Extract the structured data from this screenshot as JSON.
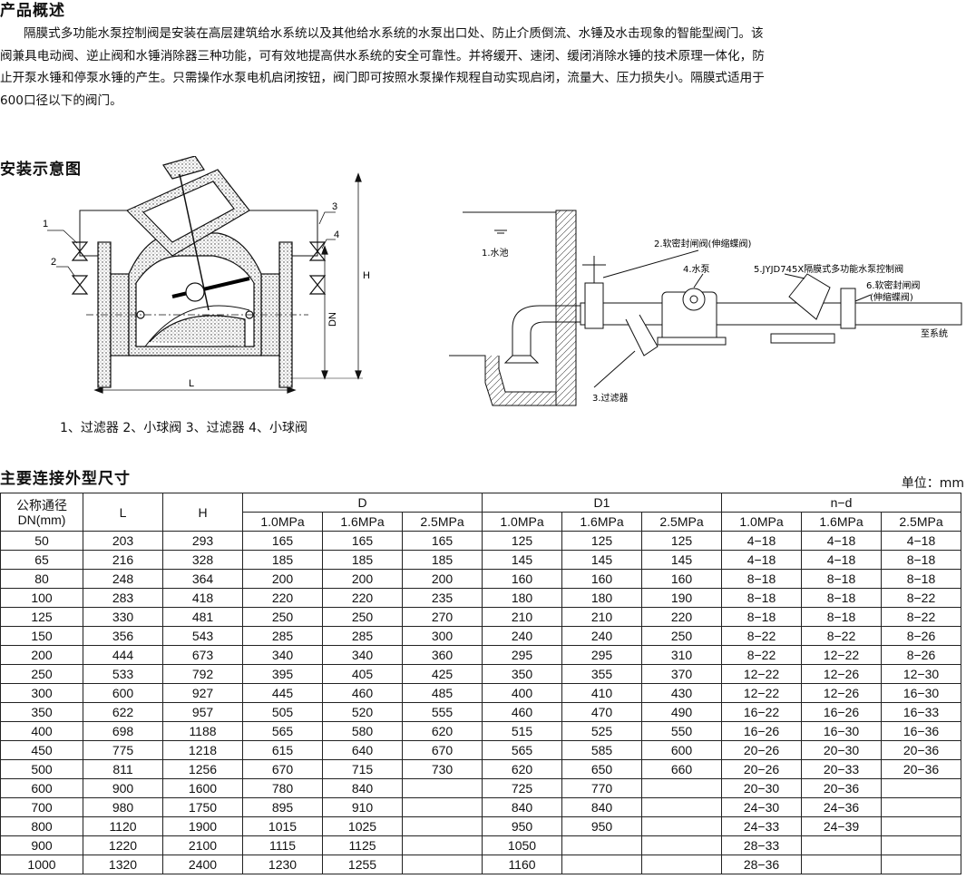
{
  "overview": {
    "title": "产品概述",
    "lines": [
      "      隔膜式多功能水泵控制阀是安装在高层建筑给水系统以及其他给水系统的水泵出口处、防止介质倒流、水锤及水击现象的智能型阀门。该",
      "阀兼具电动阀、逆止阀和水锤消除器三种功能，可有效地提高供水系统的安全可靠性。并将缓开、速闭、缓闭消除水锤的技术原理一体化，防",
      "止开泵水锤和停泵水锤的产生。只需操作水泵电机启闭按钮，阀门即可按照水泵操作规程自动实现启闭，流量大、压力损失小。隔膜式适用于",
      "600口径以下的阀门。"
    ]
  },
  "install": {
    "title": "安装示意图",
    "valve_labels": {
      "n1": "1",
      "n2": "2",
      "n3": "3",
      "n4": "4",
      "L": "L",
      "H": "H",
      "DN": "DN"
    },
    "caption": "1、过滤器 2、小球阀 3、过滤器 4、小球阀",
    "system_labels": {
      "pool": "1.水池",
      "gate_valve": "2.软密封闸阀(伸缩蝶阀)",
      "pump": "4.水泵",
      "control_valve": "5.JYJD745X隔膜式多功能水泵控制阀",
      "gate_valve2_a": "6.软密封闸阀",
      "gate_valve2_b": "(伸缩蝶阀)",
      "to_system": "至系统",
      "filter": "3.过滤器"
    }
  },
  "dims": {
    "title": "主要连接外型尺寸",
    "unit": "单位：mm",
    "headers": {
      "dn_a": "公称通径",
      "dn_b": "DN(mm)",
      "L": "L",
      "H": "H",
      "D": "D",
      "D1": "D1",
      "nd": "n−d",
      "p": [
        "1.0MPa",
        "1.6MPa",
        "2.5MPa"
      ]
    },
    "rows": [
      [
        "50",
        "203",
        "293",
        "165",
        "165",
        "165",
        "125",
        "125",
        "125",
        "4−18",
        "4−18",
        "4−18"
      ],
      [
        "65",
        "216",
        "328",
        "185",
        "185",
        "185",
        "145",
        "145",
        "145",
        "4−18",
        "4−18",
        "8−18"
      ],
      [
        "80",
        "248",
        "364",
        "200",
        "200",
        "200",
        "160",
        "160",
        "160",
        "8−18",
        "8−18",
        "8−18"
      ],
      [
        "100",
        "283",
        "418",
        "220",
        "220",
        "235",
        "180",
        "180",
        "190",
        "8−18",
        "8−18",
        "8−22"
      ],
      [
        "125",
        "330",
        "481",
        "250",
        "250",
        "270",
        "210",
        "210",
        "220",
        "8−18",
        "8−18",
        "8−22"
      ],
      [
        "150",
        "356",
        "543",
        "285",
        "285",
        "300",
        "240",
        "240",
        "250",
        "8−22",
        "8−22",
        "8−26"
      ],
      [
        "200",
        "444",
        "673",
        "340",
        "340",
        "360",
        "295",
        "295",
        "310",
        "8−22",
        "12−22",
        "8−26"
      ],
      [
        "250",
        "533",
        "792",
        "395",
        "405",
        "425",
        "350",
        "355",
        "370",
        "12−22",
        "12−26",
        "12−30"
      ],
      [
        "300",
        "600",
        "927",
        "445",
        "460",
        "485",
        "400",
        "410",
        "430",
        "12−22",
        "12−26",
        "16−30"
      ],
      [
        "350",
        "622",
        "957",
        "505",
        "520",
        "555",
        "460",
        "470",
        "490",
        "16−22",
        "16−26",
        "16−33"
      ],
      [
        "400",
        "698",
        "1188",
        "565",
        "580",
        "620",
        "515",
        "525",
        "550",
        "16−26",
        "16−30",
        "16−36"
      ],
      [
        "450",
        "775",
        "1218",
        "615",
        "640",
        "670",
        "565",
        "585",
        "600",
        "20−26",
        "20−30",
        "20−36"
      ],
      [
        "500",
        "811",
        "1256",
        "670",
        "715",
        "730",
        "620",
        "650",
        "660",
        "20−26",
        "20−33",
        "20−36"
      ],
      [
        "600",
        "900",
        "1600",
        "780",
        "840",
        "",
        "725",
        "770",
        "",
        "20−30",
        "20−36",
        ""
      ],
      [
        "700",
        "980",
        "1750",
        "895",
        "910",
        "",
        "840",
        "840",
        "",
        "24−30",
        "24−36",
        ""
      ],
      [
        "800",
        "1120",
        "1900",
        "1015",
        "1025",
        "",
        "950",
        "950",
        "",
        "24−33",
        "24−39",
        ""
      ],
      [
        "900",
        "1220",
        "2100",
        "1115",
        "1125",
        "",
        "1050",
        "",
        "",
        "28−33",
        "",
        ""
      ],
      [
        "1000",
        "1320",
        "2400",
        "1230",
        "1255",
        "",
        "1160",
        "",
        "",
        "28−36",
        "",
        ""
      ]
    ]
  }
}
